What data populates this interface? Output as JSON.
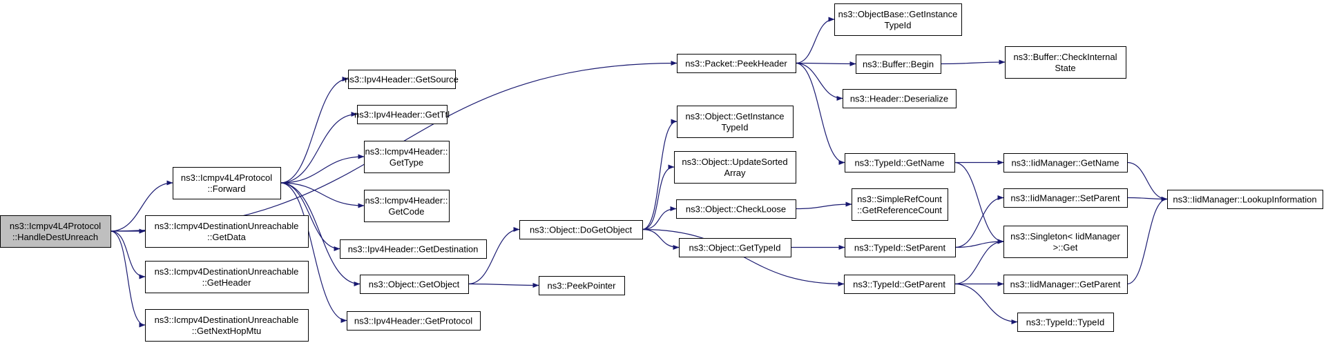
{
  "graph": {
    "colors": {
      "root_fill": "#bfbfbf",
      "node_fill": "#ffffff",
      "node_border": "#000000",
      "edge": "#191970"
    },
    "nodes": [
      {
        "id": "root",
        "root": true,
        "lines": [
          "ns3::Icmpv4L4Protocol",
          "::HandleDestUnreach"
        ]
      },
      {
        "id": "forward",
        "lines": [
          "ns3::Icmpv4L4Protocol",
          "::Forward"
        ]
      },
      {
        "id": "getdata",
        "lines": [
          "ns3::Icmpv4DestinationUnreachable",
          "::GetData"
        ]
      },
      {
        "id": "getheader",
        "lines": [
          "ns3::Icmpv4DestinationUnreachable",
          "::GetHeader"
        ]
      },
      {
        "id": "getnexthop",
        "lines": [
          "ns3::Icmpv4DestinationUnreachable",
          "::GetNextHopMtu"
        ]
      },
      {
        "id": "getsource",
        "lines": [
          "ns3::Ipv4Header::GetSource"
        ]
      },
      {
        "id": "getttl",
        "lines": [
          "ns3::Ipv4Header::GetTtl"
        ]
      },
      {
        "id": "gettype",
        "lines": [
          "ns3::Icmpv4Header::",
          "GetType"
        ]
      },
      {
        "id": "getcode",
        "lines": [
          "ns3::Icmpv4Header::",
          "GetCode"
        ]
      },
      {
        "id": "getdest",
        "lines": [
          "ns3::Ipv4Header::GetDestination"
        ]
      },
      {
        "id": "getobject",
        "lines": [
          "ns3::Object::GetObject"
        ]
      },
      {
        "id": "getprotocol",
        "lines": [
          "ns3::Ipv4Header::GetProtocol"
        ]
      },
      {
        "id": "peekheader",
        "lines": [
          "ns3::Packet::PeekHeader"
        ]
      },
      {
        "id": "dogetobject",
        "lines": [
          "ns3::Object::DoGetObject"
        ]
      },
      {
        "id": "peekpointer",
        "lines": [
          "ns3::PeekPointer"
        ]
      },
      {
        "id": "obj_getinstance",
        "lines": [
          "ns3::Object::GetInstance",
          "TypeId"
        ]
      },
      {
        "id": "updatesorted",
        "lines": [
          "ns3::Object::UpdateSorted",
          "Array"
        ]
      },
      {
        "id": "checkloose",
        "lines": [
          "ns3::Object::CheckLoose"
        ]
      },
      {
        "id": "obj_gettypeid",
        "lines": [
          "ns3::Object::GetTypeId"
        ]
      },
      {
        "id": "objbase_getinstance",
        "lines": [
          "ns3::ObjectBase::GetInstance",
          "TypeId"
        ]
      },
      {
        "id": "buffer_begin",
        "lines": [
          "ns3::Buffer::Begin"
        ]
      },
      {
        "id": "header_deser",
        "lines": [
          "ns3::Header::Deserialize"
        ]
      },
      {
        "id": "typeid_getname",
        "lines": [
          "ns3::TypeId::GetName"
        ]
      },
      {
        "id": "getrefcount",
        "lines": [
          "ns3::SimpleRefCount",
          "::GetReferenceCount"
        ]
      },
      {
        "id": "typeid_setparent",
        "lines": [
          "ns3::TypeId::SetParent"
        ]
      },
      {
        "id": "typeid_getparent",
        "lines": [
          "ns3::TypeId::GetParent"
        ]
      },
      {
        "id": "buffer_checkinternal",
        "lines": [
          "ns3::Buffer::CheckInternal",
          "State"
        ]
      },
      {
        "id": "iid_getname",
        "lines": [
          "ns3::IidManager::GetName"
        ]
      },
      {
        "id": "iid_setparent",
        "lines": [
          "ns3::IidManager::SetParent"
        ]
      },
      {
        "id": "singleton_get",
        "lines": [
          "ns3::Singleton< IidManager",
          " >::Get"
        ]
      },
      {
        "id": "iid_getparent",
        "lines": [
          "ns3::IidManager::GetParent"
        ]
      },
      {
        "id": "typeid_typeid",
        "lines": [
          "ns3::TypeId::TypeId"
        ]
      },
      {
        "id": "lookupinfo",
        "lines": [
          "ns3::IidManager::LookupInformation"
        ]
      }
    ],
    "edges": [
      [
        "root",
        "peekheader"
      ],
      [
        "root",
        "forward"
      ],
      [
        "root",
        "getdata"
      ],
      [
        "root",
        "getheader"
      ],
      [
        "root",
        "getnexthop"
      ],
      [
        "forward",
        "getsource"
      ],
      [
        "forward",
        "getttl"
      ],
      [
        "forward",
        "gettype"
      ],
      [
        "forward",
        "getcode"
      ],
      [
        "forward",
        "getdest"
      ],
      [
        "forward",
        "getobject"
      ],
      [
        "forward",
        "getprotocol"
      ],
      [
        "getobject",
        "dogetobject"
      ],
      [
        "getobject",
        "peekpointer"
      ],
      [
        "dogetobject",
        "obj_getinstance"
      ],
      [
        "dogetobject",
        "updatesorted"
      ],
      [
        "dogetobject",
        "checkloose"
      ],
      [
        "dogetobject",
        "obj_gettypeid"
      ],
      [
        "dogetobject",
        "typeid_getparent"
      ],
      [
        "peekheader",
        "objbase_getinstance"
      ],
      [
        "peekheader",
        "buffer_begin"
      ],
      [
        "peekheader",
        "header_deser"
      ],
      [
        "peekheader",
        "typeid_getname"
      ],
      [
        "buffer_begin",
        "buffer_checkinternal"
      ],
      [
        "checkloose",
        "getrefcount"
      ],
      [
        "obj_gettypeid",
        "typeid_setparent"
      ],
      [
        "typeid_getname",
        "iid_getname"
      ],
      [
        "typeid_getname",
        "singleton_get"
      ],
      [
        "typeid_setparent",
        "iid_setparent"
      ],
      [
        "typeid_setparent",
        "singleton_get"
      ],
      [
        "typeid_getparent",
        "singleton_get"
      ],
      [
        "typeid_getparent",
        "iid_getparent"
      ],
      [
        "typeid_getparent",
        "typeid_typeid"
      ],
      [
        "iid_getname",
        "lookupinfo"
      ],
      [
        "iid_setparent",
        "lookupinfo"
      ],
      [
        "iid_getparent",
        "lookupinfo"
      ]
    ]
  }
}
